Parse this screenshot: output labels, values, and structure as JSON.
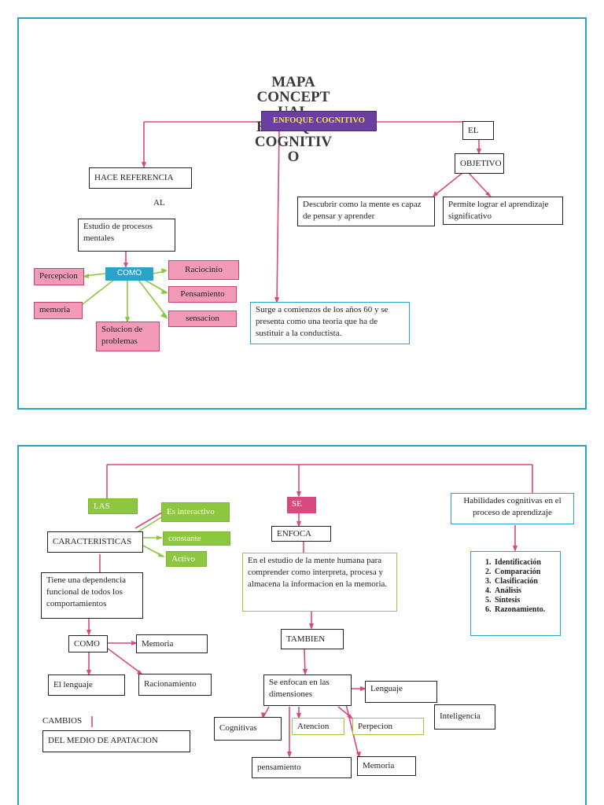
{
  "map1": {
    "title": "MAPA CONCEPT UAL ENFOQUE COGNITIV O",
    "center": "ENFOQUE COGNITIVO",
    "hace_referencia": "HACE REFERENCIA",
    "al": "AL",
    "estudio": "Estudio de procesos mentales",
    "como": "COMO",
    "percepcion": "Percepcion",
    "memoria": "memoria",
    "solucion": "Solucion de problemas",
    "raciocinio": "Raciocinio",
    "pensamiento": "Pensamiento",
    "sensacion": "sensacion",
    "surge": "Surge a comienzos de los años 60 y se presenta como una teoria que ha de sustituir a la conductista.",
    "el": "EL",
    "objetivo": "OBJETIVO",
    "descubrir": "Descubrir como la mente es capaz de pensar y aprender",
    "permite": "Permite lograr el aprendizaje significativo"
  },
  "map2": {
    "las": "LAS",
    "caracteristicas": "CARACTERISTICAS",
    "es_interactivo": "Es interactivo",
    "constante": "constante",
    "activo": "Activo",
    "dependencia": "Tiene una dependencia funcional de todos los comportamientos",
    "como": "COMO",
    "memoria": "Memoria",
    "lenguaje": "El lenguaje",
    "racionamiento": "Racionamiento",
    "cambios": "CAMBIOS",
    "medio": "DEL MEDIO DE APATACION",
    "se": "SE",
    "enfoca": "ENFOCA",
    "estudio_mente": "En el estudio de la mente humana para comprender como interpreta, procesa y almacena la informacion en la memoria.",
    "tambien": "TAMBIEN",
    "dimensiones": "Se enfocan en las dimensiones",
    "lenguaje2": "Lenguaje",
    "inteligencia": "Inteligencia",
    "cognitivas": "Cognitivas",
    "atencion": "Atencion",
    "perpecion": "Perpecion",
    "pensamiento": "pensamiento",
    "memoria2": "Memoria",
    "habilidades": "Habilidades cognitivas en el proceso de aprendizaje",
    "skills": [
      "Identificación",
      "Comparación",
      "Clasificación",
      "Análisis",
      "Síntesis",
      "Razonamiento."
    ]
  },
  "colors": {
    "frame": "#2aa3c4",
    "pink_line": "#d9487e",
    "green_line": "#8dc63f",
    "pink_fill": "#f39ab9",
    "green_fill": "#8dc63f",
    "center_fill": "#6b3fa0",
    "center_text": "#f5e63a",
    "como_fill": "#2aa3c4"
  }
}
